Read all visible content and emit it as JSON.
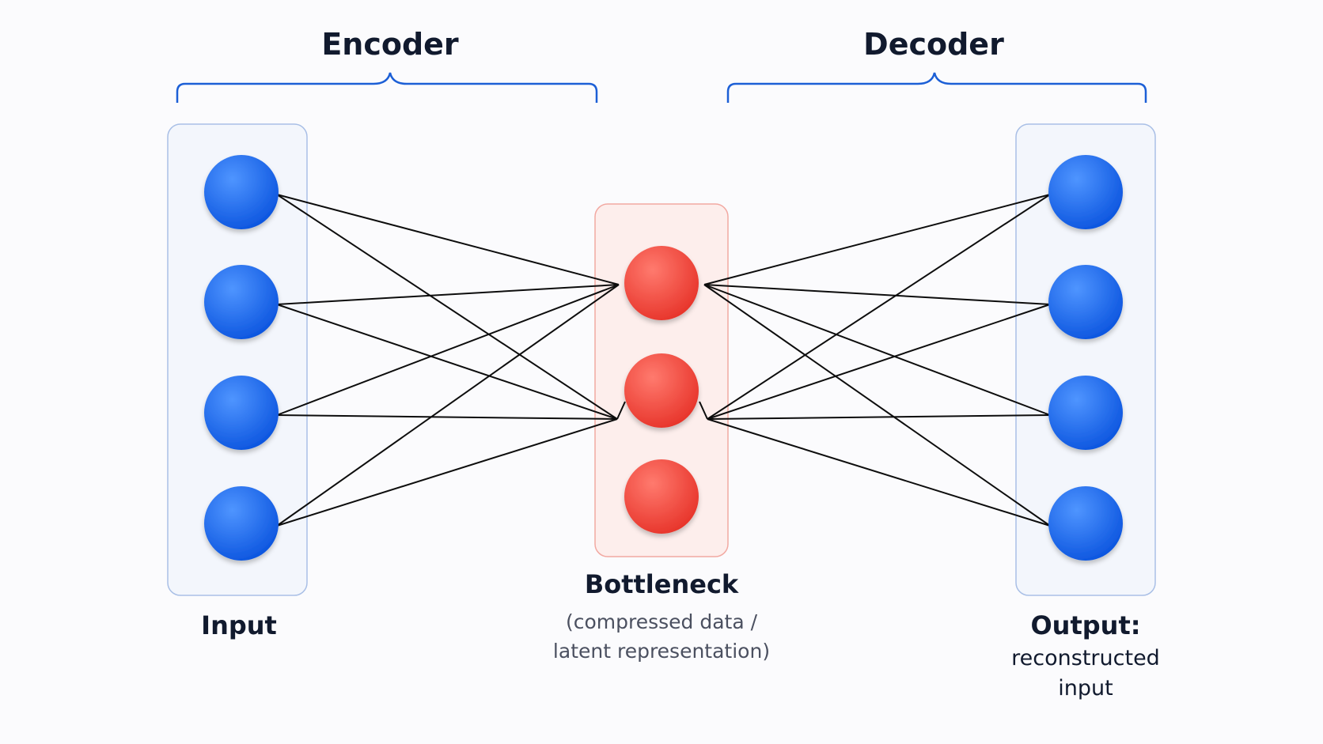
{
  "encoder": {
    "title": "Encoder"
  },
  "decoder": {
    "title": "Decoder"
  },
  "input": {
    "label": "Input",
    "node_count": 4
  },
  "bottleneck": {
    "label": "Bottleneck",
    "caption_line1": "(compressed data /",
    "caption_line2": "latent representation)",
    "node_count": 3
  },
  "output": {
    "label": "Output:",
    "caption_line1": "reconstructed",
    "caption_line2": "input",
    "node_count": 4
  },
  "colors": {
    "input_node": "#1464f0",
    "bottleneck_node": "#f0483e",
    "output_node": "#1464f0",
    "bracket": "#1c5fd6",
    "edge": "#0d0d0d",
    "input_panel_fill": "#f3f6fc",
    "input_panel_stroke": "#a9bfe6",
    "bottleneck_panel_fill": "#fdeeec",
    "bottleneck_panel_stroke": "#f2a9a2"
  }
}
